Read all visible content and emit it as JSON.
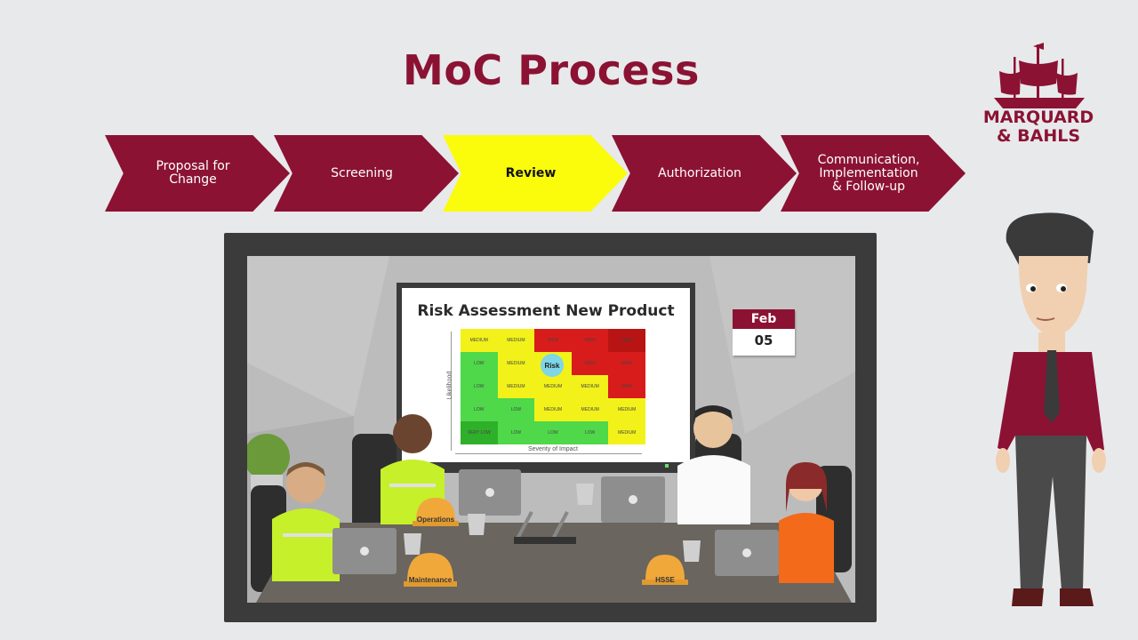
{
  "title": "MoC Process",
  "steps": [
    {
      "label": "Proposal for\nChange",
      "active": false
    },
    {
      "label": "Screening",
      "active": false
    },
    {
      "label": "Review",
      "active": true
    },
    {
      "label": "Authorization",
      "active": false
    },
    {
      "label": "Communication,\nImplementation\n& Follow-up",
      "active": false
    }
  ],
  "logo": {
    "line1": "MARQUARD",
    "line2": "& BAHLS"
  },
  "board": {
    "title": "Risk Assessment New Product",
    "ylabel": "Likelihood",
    "xlabel": "Severity of Impact",
    "risk_label": "Risk",
    "cells": [
      [
        "MEDIUM",
        "MEDIUM",
        "HIGH",
        "HIGH",
        "HIGH"
      ],
      [
        "LOW",
        "MEDIUM",
        "",
        "HIGH",
        "HIGH"
      ],
      [
        "LOW",
        "MEDIUM",
        "MEDIUM",
        "MEDIUM",
        "HIGH"
      ],
      [
        "LOW",
        "LOW",
        "MEDIUM",
        "MEDIUM",
        "MEDIUM"
      ],
      [
        "VERY LOW",
        "LOW",
        "LOW",
        "LOW",
        "MEDIUM"
      ]
    ]
  },
  "calendar": {
    "month": "Feb",
    "day": "05"
  },
  "helmets": {
    "operations": "Operations",
    "maintenance": "Maintenance",
    "hsse": "HSSE"
  },
  "colors": {
    "brand": "#8b1233",
    "active": "#fbfb0c",
    "background": "#e8e9eb"
  }
}
